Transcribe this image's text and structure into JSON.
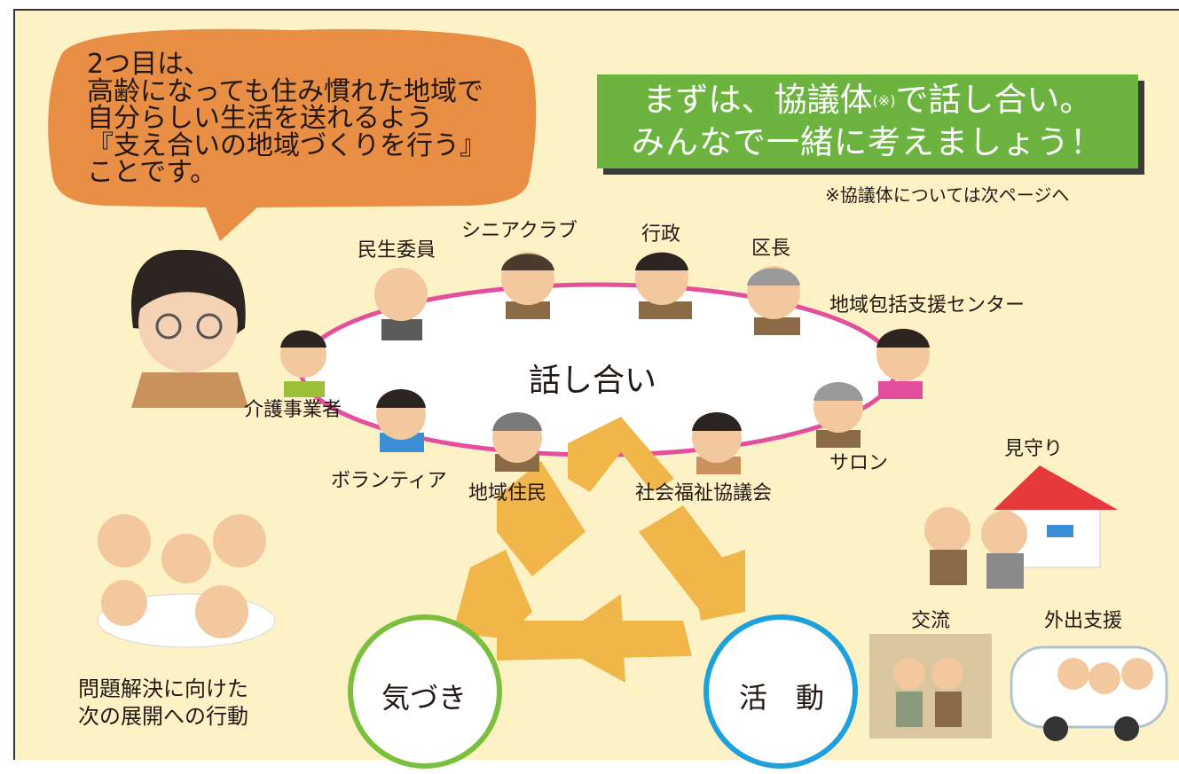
{
  "speech_bubble": {
    "lines": [
      "2つ目は、",
      "高齢になっても住み慣れた地域で",
      "自分らしい生活を送れるよう",
      "『支え合いの地域づくりを行う』",
      "ことです。"
    ]
  },
  "headline": {
    "line1_before": "まずは、協議体",
    "line1_note_mark": "(※)",
    "line1_after": "で話し合い。",
    "line2": "みんなで一緒に考えましょう！"
  },
  "footnote": "※協議体については次ページへ",
  "discussion": {
    "center_label": "話し合い",
    "participants": {
      "minsei": "民生委員",
      "senior_club": "シニアクラブ",
      "gyosei": "行政",
      "kucho": "区長",
      "houkatsu": "地域包括支援センター",
      "kaigo": "介護事業者",
      "salon": "サロン",
      "volunteer": "ボランティア",
      "jumin": "地域住民",
      "shakyo": "社会福祉協議会"
    }
  },
  "cycle": {
    "kizuki": "気づき",
    "katsudo": "活　動"
  },
  "activities": {
    "mimamori": "見守り",
    "koryu": "交流",
    "gaishutsu": "外出支援"
  },
  "bottom_left_caption": [
    "問題解決に向けた",
    "次の展開への行動"
  ],
  "colors": {
    "background": "#fdf2c6",
    "bubble": "#e98e45",
    "ring": "#e44f9d",
    "headline_box": "#6db33f",
    "recycle_arrows": "#f0b64a",
    "kizuki_circle": "#7bbf3f",
    "katsudo_circle": "#1ea0dc"
  }
}
